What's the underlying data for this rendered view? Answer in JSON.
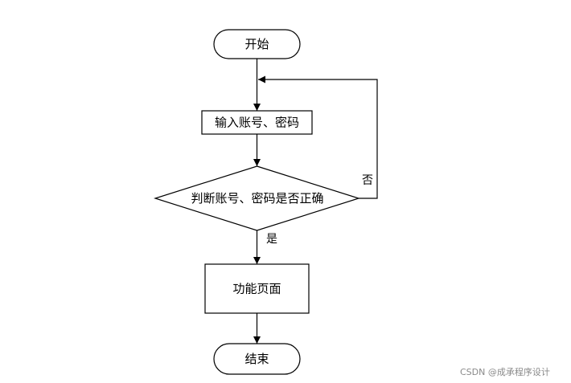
{
  "flowchart": {
    "start_label": "开始",
    "input_label": "输入账号、密码",
    "decision_label": "判断账号、密码是否正确",
    "yes_label": "是",
    "no_label": "否",
    "function_label": "功能页面",
    "end_label": "结束"
  },
  "watermark": "CSDN @成承程序设计",
  "colors": {
    "stroke": "#000000",
    "fill": "#ffffff",
    "watermark": "#8a8a8a"
  }
}
